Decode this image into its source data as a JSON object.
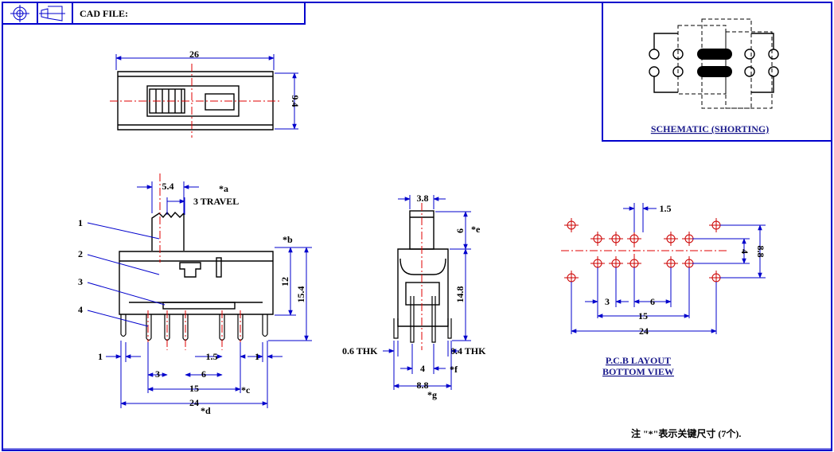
{
  "title_block": {
    "cad_label": "CAD FILE:",
    "cad_value": ""
  },
  "top_view": {
    "length": "26",
    "height": "9.4"
  },
  "front_view": {
    "parts": [
      "1",
      "2",
      "3",
      "4"
    ],
    "lever_width": "5.4",
    "travel": "3 TRAVEL",
    "key_a": "*a",
    "key_b": "*b",
    "key_c": "*c",
    "key_d": "*d",
    "body_height": "12",
    "overall_height": "15.4",
    "pin_edge_left": "1",
    "pin_edge_right": "1",
    "pin_pitch_small": "1.5",
    "pin_pitch_a": "3",
    "pin_pitch_b": "6",
    "pin_span": "15",
    "overall_width": "24"
  },
  "side_view": {
    "lever_width": "3.8",
    "lever_height": "6",
    "key_e": "*e",
    "body_height": "14.8",
    "pin_left_thk": "0.6 THK",
    "pin_right_thk": "0.4 THK",
    "pin_spacing": "4",
    "key_f": "*f",
    "overall_width": "8.8",
    "key_g": "*g"
  },
  "pcb_layout": {
    "pitch_small": "1.5",
    "row_spacing": "4",
    "overall_height": "8.8",
    "pitch_a": "3",
    "pitch_b": "6",
    "span": "15",
    "overall_width": "24",
    "title_line1": "P.C.B LAYOUT",
    "title_line2": "BOTTOM VIEW"
  },
  "schematic": {
    "caption": "SCHEMATIC (SHORTING)"
  },
  "note": "注 \"*\"表示关键尺寸 (7个).",
  "colors": {
    "frame": "#0000cc",
    "outline": "#000000",
    "center_line": "#e00000",
    "pin_detail": "#cc0000"
  }
}
